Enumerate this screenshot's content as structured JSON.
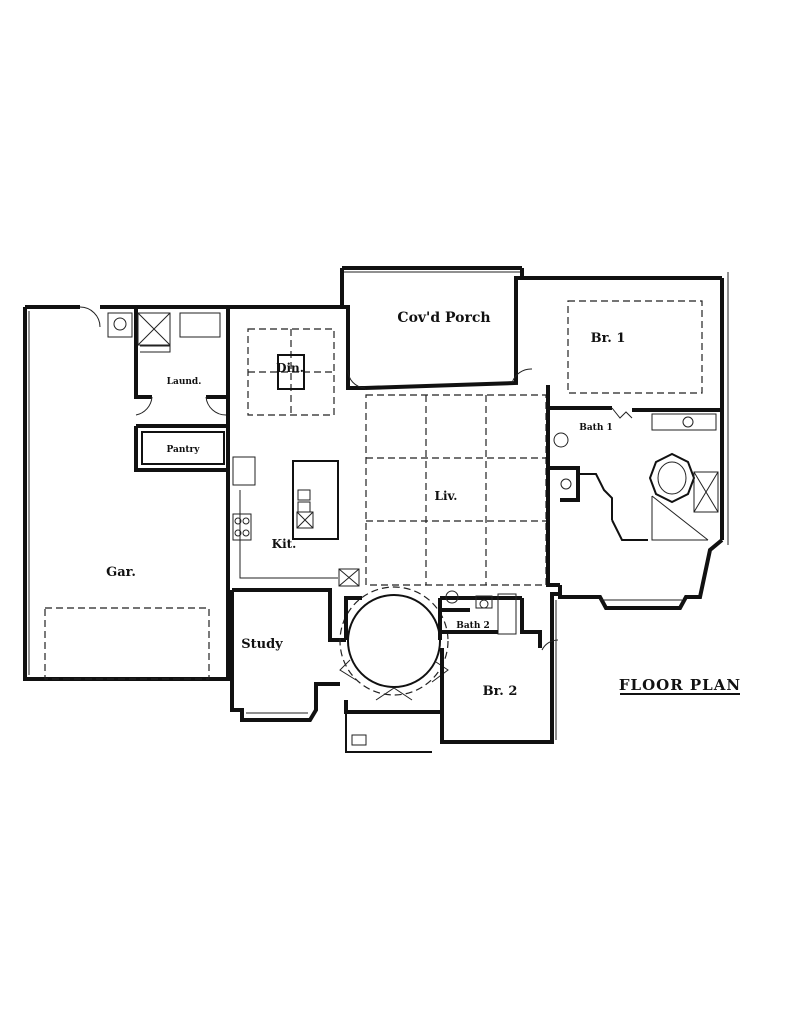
{
  "title": "FLOOR PLAN",
  "rooms": {
    "porch": "Cov'd Porch",
    "br1": "Br. 1",
    "din": "Din.",
    "laund": "Laund.",
    "pantry": "Pantry",
    "bath1": "Bath 1",
    "liv": "Liv.",
    "kit": "Kit.",
    "gar": "Gar.",
    "study": "Study",
    "bath2": "Bath 2",
    "br2": "Br. 2"
  }
}
